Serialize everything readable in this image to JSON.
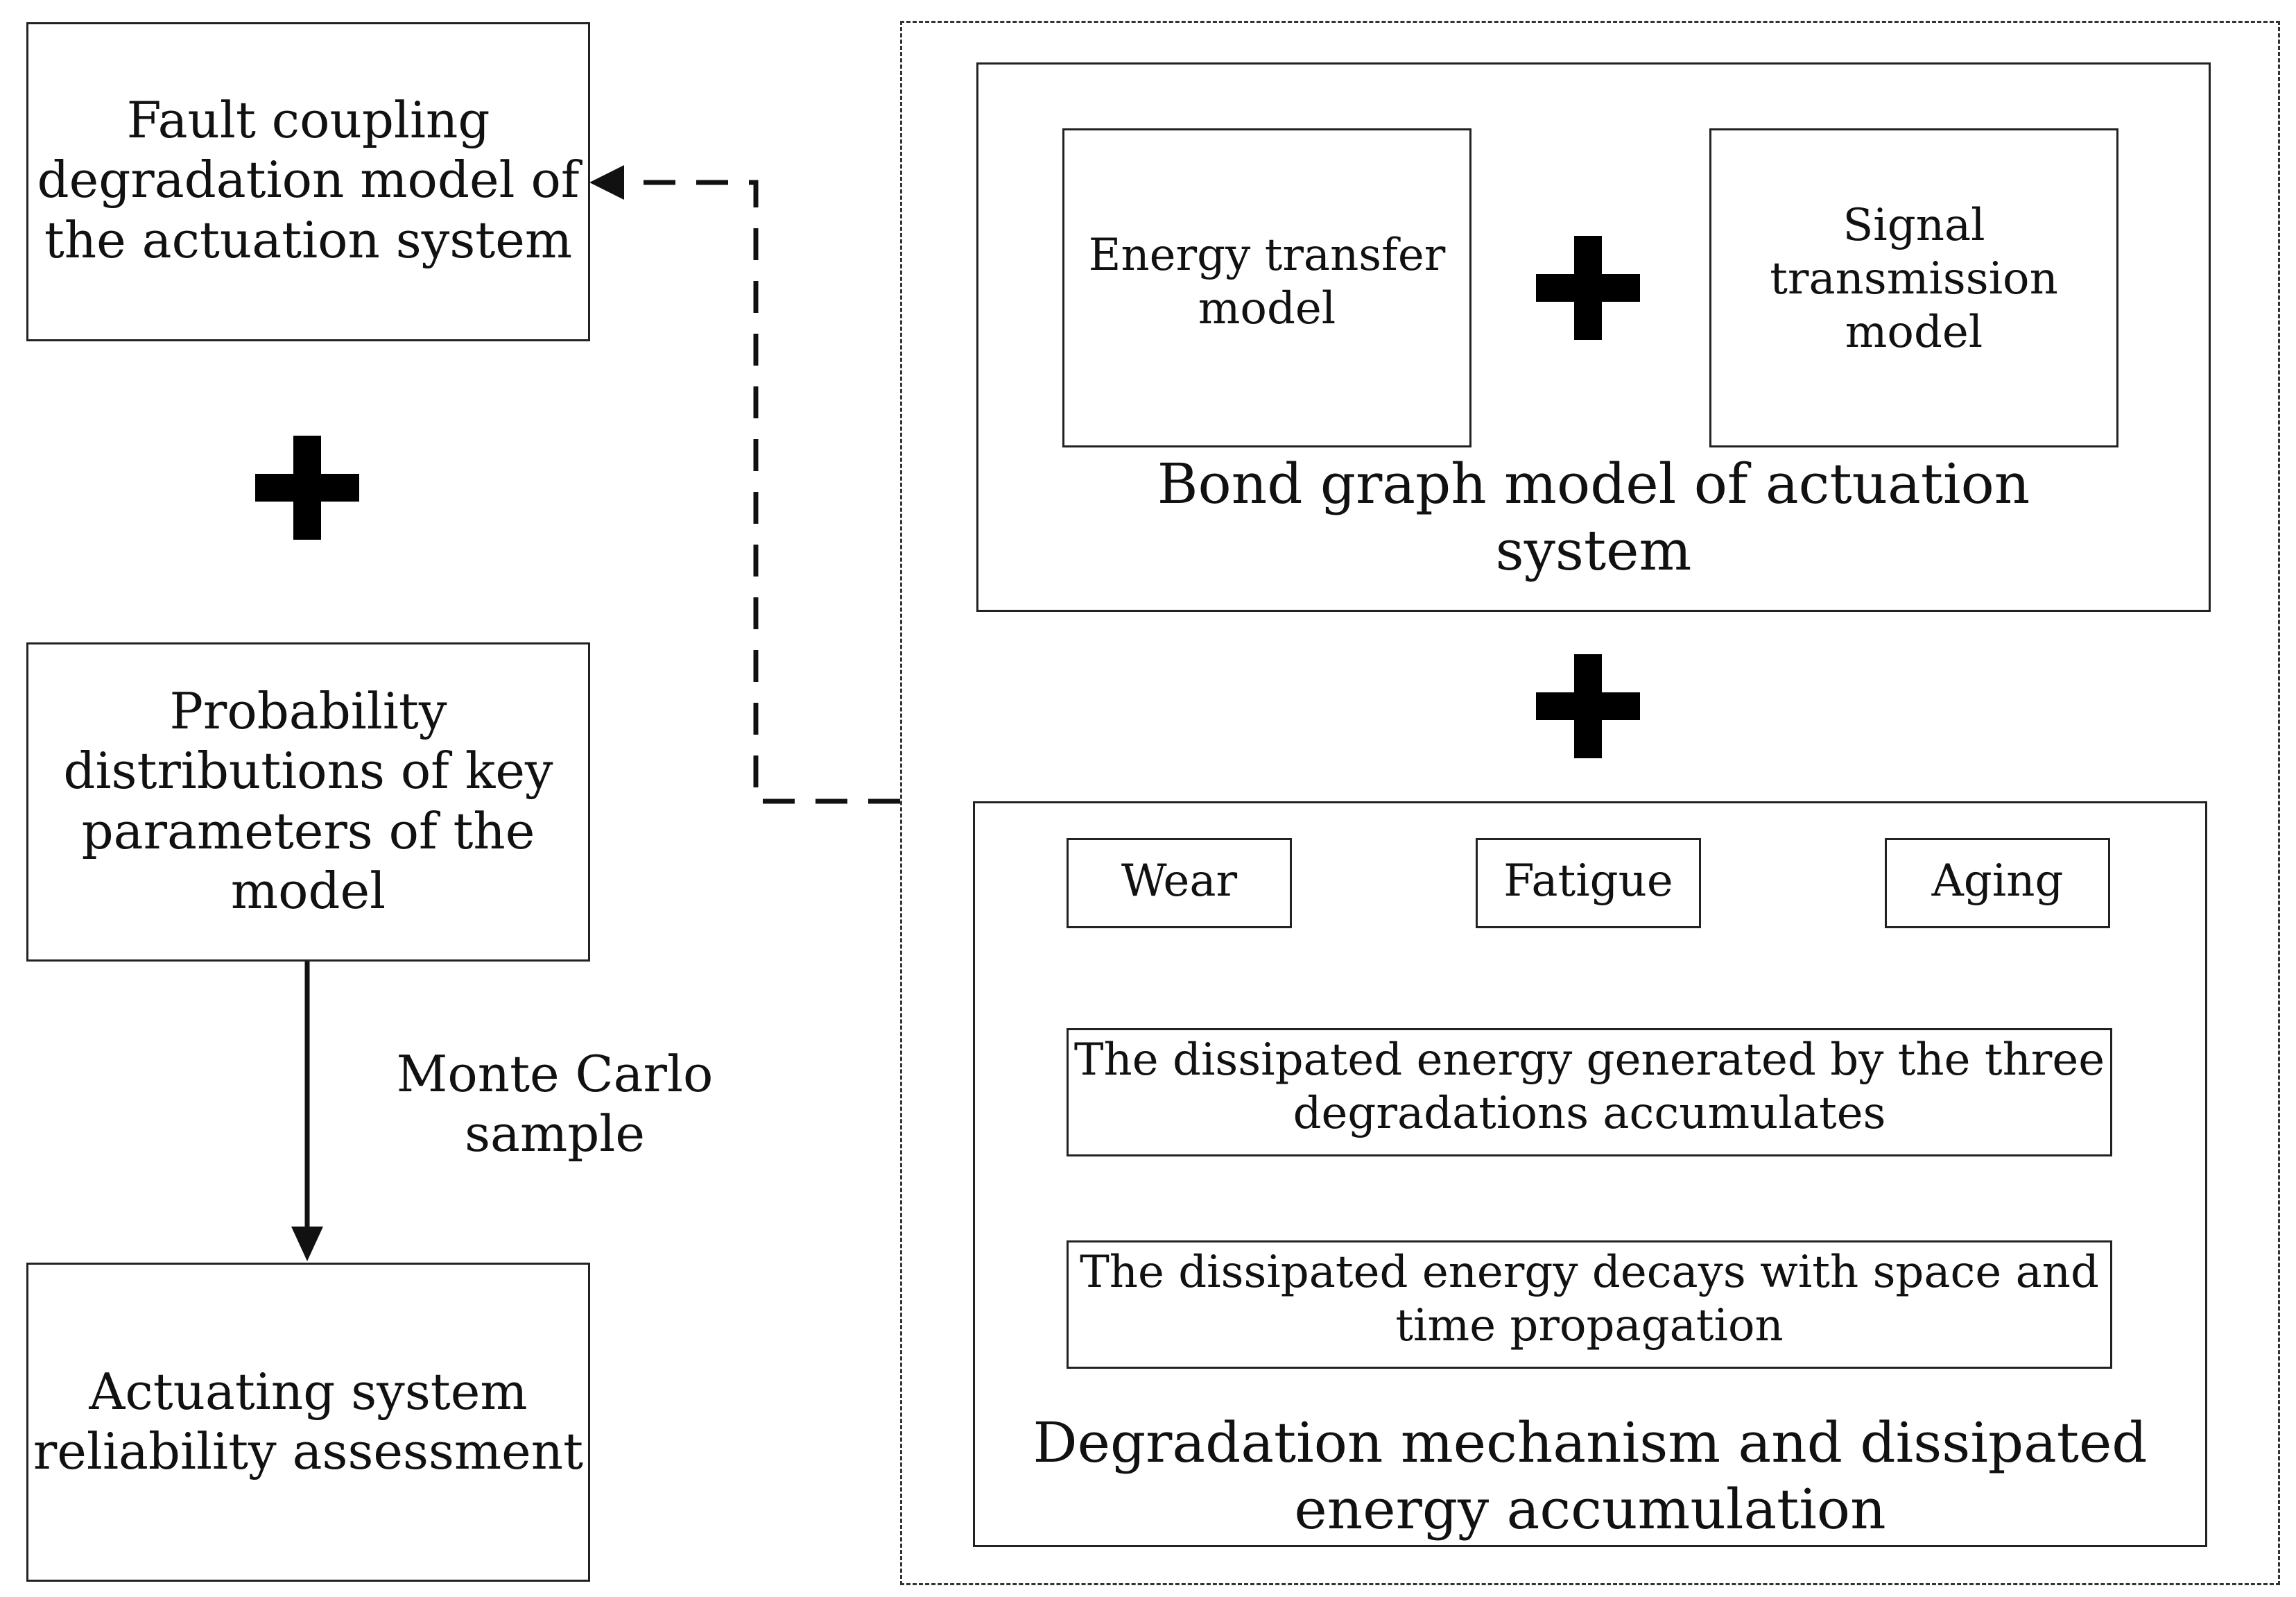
{
  "left": {
    "fault_model": "Fault coupling\ndegradation model of\nthe actuation system",
    "probability": "Probability\ndistributions of key\nparameters of the\nmodel",
    "monte_carlo": "Monte Carlo\nsample",
    "assessment": "Actuating system\nreliability assessment"
  },
  "bond_graph": {
    "energy_transfer": "Energy transfer\nmodel",
    "signal_transmission": "Signal\ntransmission\nmodel",
    "title": "Bond graph model of actuation\nsystem"
  },
  "degradation": {
    "wear": "Wear",
    "fatigue": "Fatigue",
    "aging": "Aging",
    "accumulates": "The dissipated energy generated by the three\ndegradations accumulates",
    "decays": "The dissipated energy decays with space and\ntime propagation",
    "title": "Degradation mechanism and dissipated\nenergy accumulation"
  },
  "colors": {
    "stroke": "#222222",
    "plus": "#000000"
  }
}
